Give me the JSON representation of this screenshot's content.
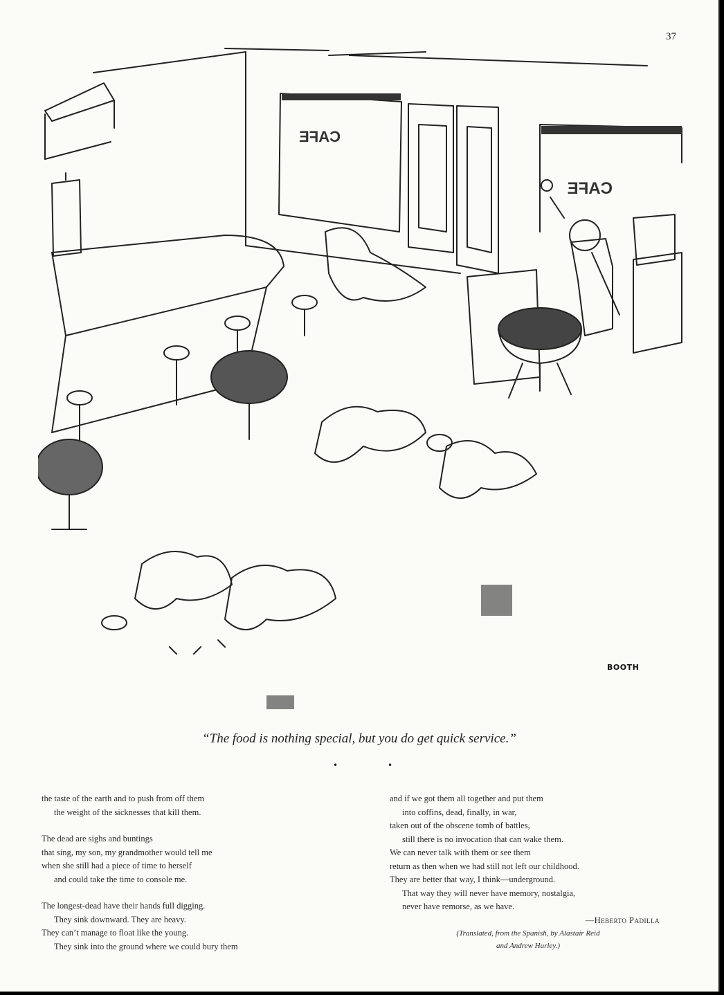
{
  "page": {
    "number": "37"
  },
  "cartoon": {
    "sign_left": "CAFE",
    "sign_right": "CAFE",
    "signature": "BOOTH",
    "caption": "“The food is nothing special, but you do get quick service.”"
  },
  "separator": {
    "left": "•",
    "right": "•"
  },
  "poem": {
    "left_column": {
      "stanza1": [
        "the taste of the earth and to push from off them",
        "the weight of the sicknesses that kill them."
      ],
      "stanza2": [
        "The dead are sighs and buntings",
        "that sing, my son, my grandmother would tell me",
        "when she still had a piece of time to herself",
        "and could take the time to console me."
      ],
      "stanza3": [
        "The longest-dead have their hands full digging.",
        "They sink downward. They are heavy.",
        "They can’t manage to float like the young.",
        "They sink into the ground where we could bury them"
      ]
    },
    "right_column": {
      "lines": [
        "and if we got them all together and put them",
        "into coffins, dead, finally, in war,",
        "taken out of the obscene tomb of battles,",
        "still there is no invocation that can wake them.",
        "We can never talk with them or see them",
        "return as then when we had still not left our childhood.",
        "They are better that way, I think—underground.",
        "That way they will never have memory, nostalgia,",
        "never have remorse, as we have."
      ],
      "author": "—Heberto Padilla",
      "translation_line1": "(Translated, from the Spanish, by Alastair Reid",
      "translation_line2": "and Andrew Hurley.)"
    }
  }
}
